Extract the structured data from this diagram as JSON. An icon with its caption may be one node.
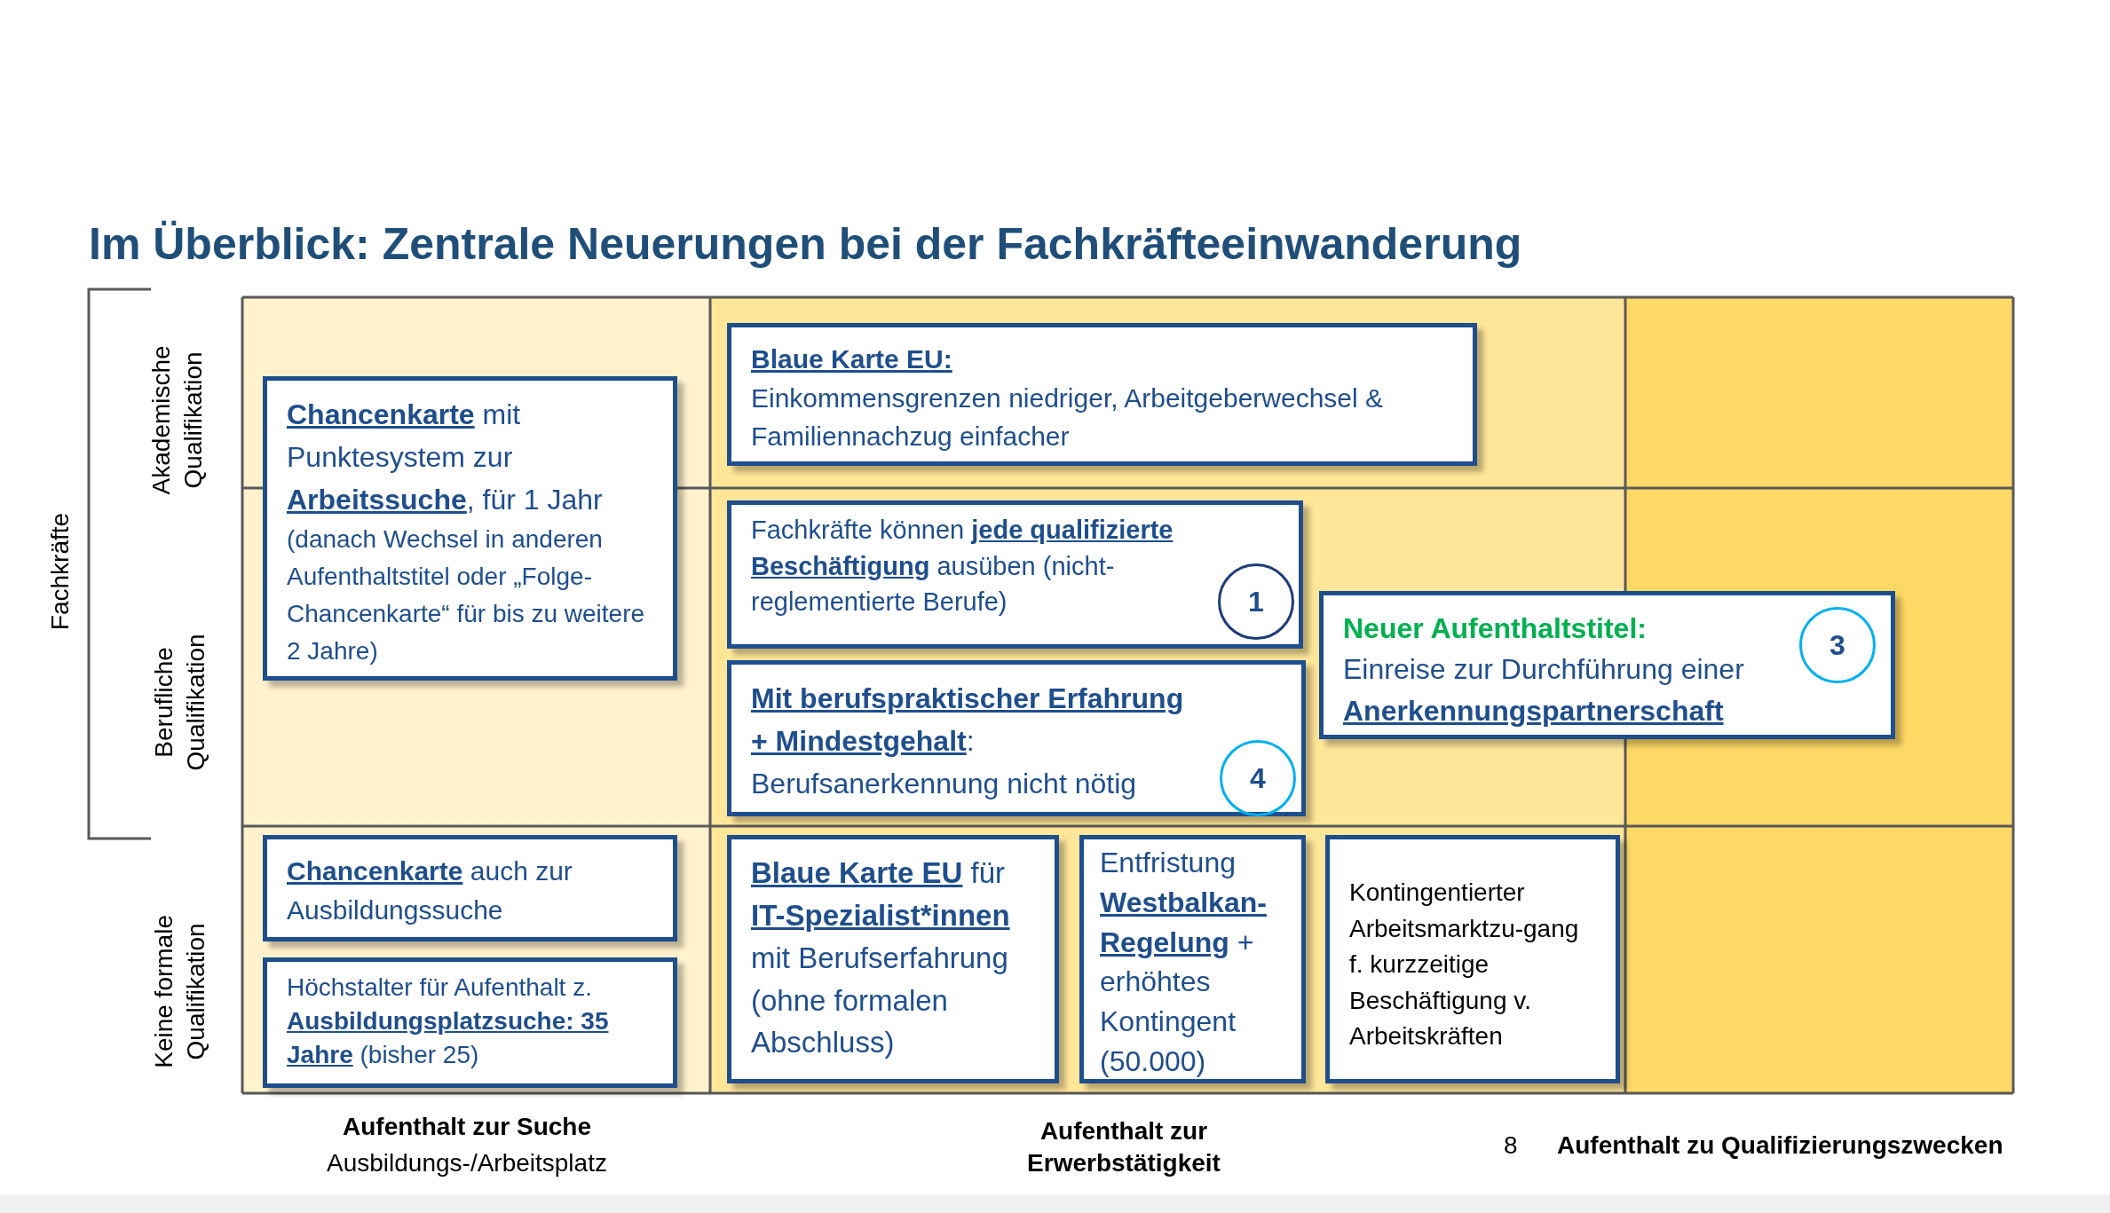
{
  "diagram": {
    "title": "Im Überblick: Zentrale Neuerungen bei der Fachkräfteeinwanderung",
    "nodes": [
      {
        "text": [
          "**Chancenkarte** mit Punktesystem zur **Arbeitssuche**, für 1 Jahr",
          "(danach Wechsel in anderen Aufenthaltstitel oder „Folge-Chancenkarte“ für bis zu weitere 2 Jahre)"
        ]
      },
      {
        "text": [
          "Blaue Karte EU:",
          "Einkommensgrenzen niedriger, Arbeitgeberwechsel & Familiennachzug einfacher"
        ]
      },
      {
        "text": [
          "Fachkräfte können **jede qualifizierte Beschäftigung** ausüben (nicht-reglementierte Berufe)"
        ]
      },
      {
        "text": [
          "1"
        ],
        "in": 2
      },
      {
        "text": [
          "**Mit berufspraktischer Erfahrung + Mindestgehalt**:",
          "Berufsanerkennung nicht nötig"
        ]
      },
      {
        "text": [
          "4"
        ],
        "in": 4
      },
      {
        "text": [
          "Neuer Aufenthaltstitel:",
          "Einreise zur Durchführung einer **Anerkennungspartnerschaft**"
        ]
      },
      {
        "text": [
          "3"
        ],
        "in": 6
      },
      {
        "text": [
          "**Chancenkarte** auch zur Ausbildungssuche"
        ]
      },
      {
        "text": [
          "Höchstalter für Aufenthalt z. **Ausbildungsplatzsuche: 35 Jahre** (bisher 25)"
        ]
      },
      {
        "text": [
          "**Blaue Karte EU** für **IT-Spezialist*innen** mit Berufserfahrung (ohne formalen Abschluss)"
        ]
      },
      {
        "text": [
          "Entfristung **Westbalkan-Regelung** + erhöhtes Kontingent (50.000)"
        ]
      },
      {
        "text": [
          "Kontingentierter Arbeitsmarktzu-gang f. kurzzeitige Beschäftigung v. Arbeitskräften"
        ]
      }
    ],
    "labels": [
      "Fachkräfte",
      "Akademische Qualifikation",
      "Berufliche Qualifikation",
      "Keine formale Qualifikation",
      "Aufenthalt zur Suche",
      "Ausbildungs-/Arbeitsplatz",
      "Aufenthalt zur Erwerbstätigkeit",
      "8",
      "Aufenthalt zu Qualifizierungszwecken"
    ]
  }
}
